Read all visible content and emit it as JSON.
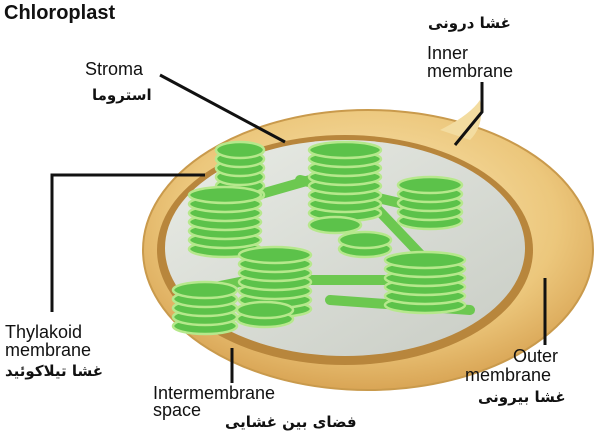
{
  "title": "Chloroplast",
  "labels": {
    "stroma": {
      "en": "Stroma",
      "fa": "استروما"
    },
    "inner_membrane": {
      "en_line1": "Inner",
      "en_line2": "membrane",
      "fa": "غشا درونی"
    },
    "thylakoid_membrane": {
      "en_line1": "Thylakoid",
      "en_line2": "membrane",
      "fa": "غشا تیلاکوئید"
    },
    "intermembrane_space": {
      "en_line1": "Intermembrane",
      "en_line2": "space",
      "fa": "فضای بین غشایی"
    },
    "outer_membrane": {
      "en_line1": "Outer",
      "en_line2": "membrane",
      "fa": "غشا بیرونی"
    }
  },
  "colors": {
    "outer": "#e8c27a",
    "inner_rim": "#b8863c",
    "stroma": "#d8dcd4",
    "granum": "#5cc24a",
    "granum_light": "#b6e88c"
  }
}
